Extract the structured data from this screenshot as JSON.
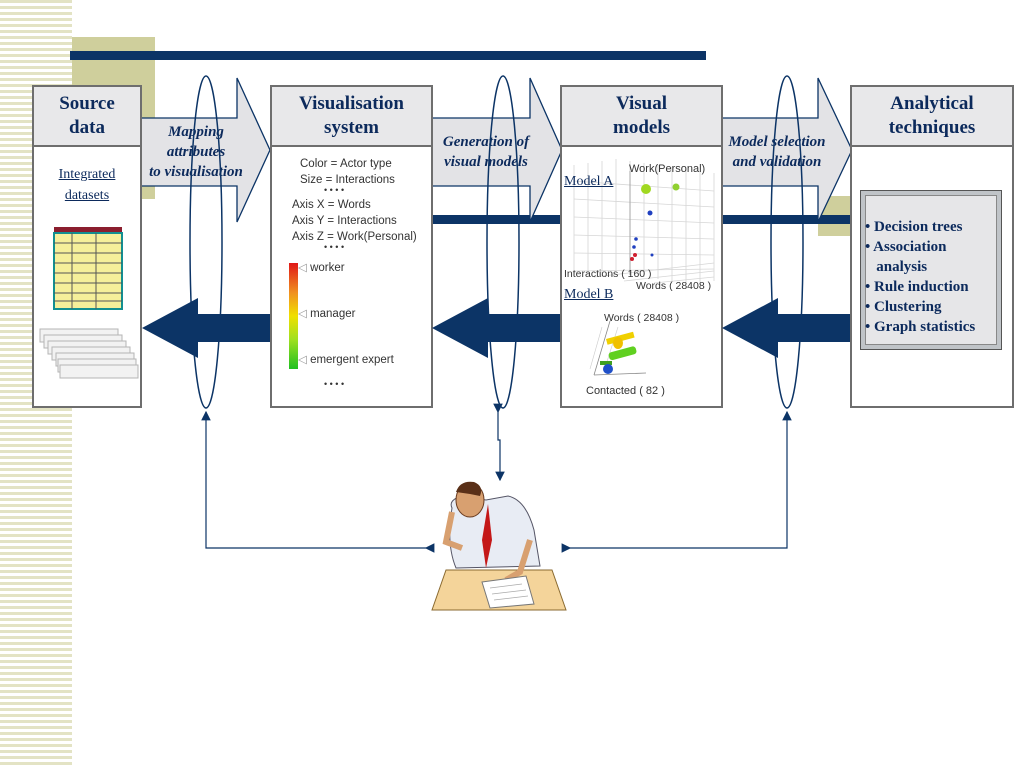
{
  "panels": {
    "source": {
      "title": "Source\ndata",
      "link": "Integrated\ndatasets"
    },
    "vis": {
      "title": "Visualisation\nsystem",
      "config_lines": [
        "Color = Actor type",
        "Size = Interactions",
        "Axis X = Words",
        "Axis Y = Interactions",
        "Axis Z = Work(Personal)"
      ],
      "ellipsis": "• • • •",
      "legend": [
        "worker",
        "manager",
        "emergent expert"
      ]
    },
    "models": {
      "title": "Visual\nmodels",
      "model_a": {
        "label": "Model A",
        "axis_z": "Work(Personal)",
        "axis_y": "Interactions ( 160 )",
        "axis_x": "Words ( 28408 )"
      },
      "model_b": {
        "label": "Model B",
        "axis_top": "Words ( 28408 )",
        "axis_bottom": "Contacted ( 82 )"
      }
    },
    "analytical": {
      "title": "Analytical\ntechniques",
      "items": [
        "• Decision trees",
        "• Association",
        "   analysis",
        "• Rule induction",
        "• Clustering",
        "• Graph statistics"
      ]
    }
  },
  "arrows": {
    "mapping": "Mapping\nattributes\nto visualisation",
    "generation": "Generation of\nvisual models",
    "selection": "Model selection\nand  validation"
  },
  "colors": {
    "navy": "#0c3466",
    "text": "#0c2a5c",
    "olive": "#cfcf9c",
    "stripe": "#e3e3c4",
    "gray_arrow": "#e3e3e6"
  }
}
